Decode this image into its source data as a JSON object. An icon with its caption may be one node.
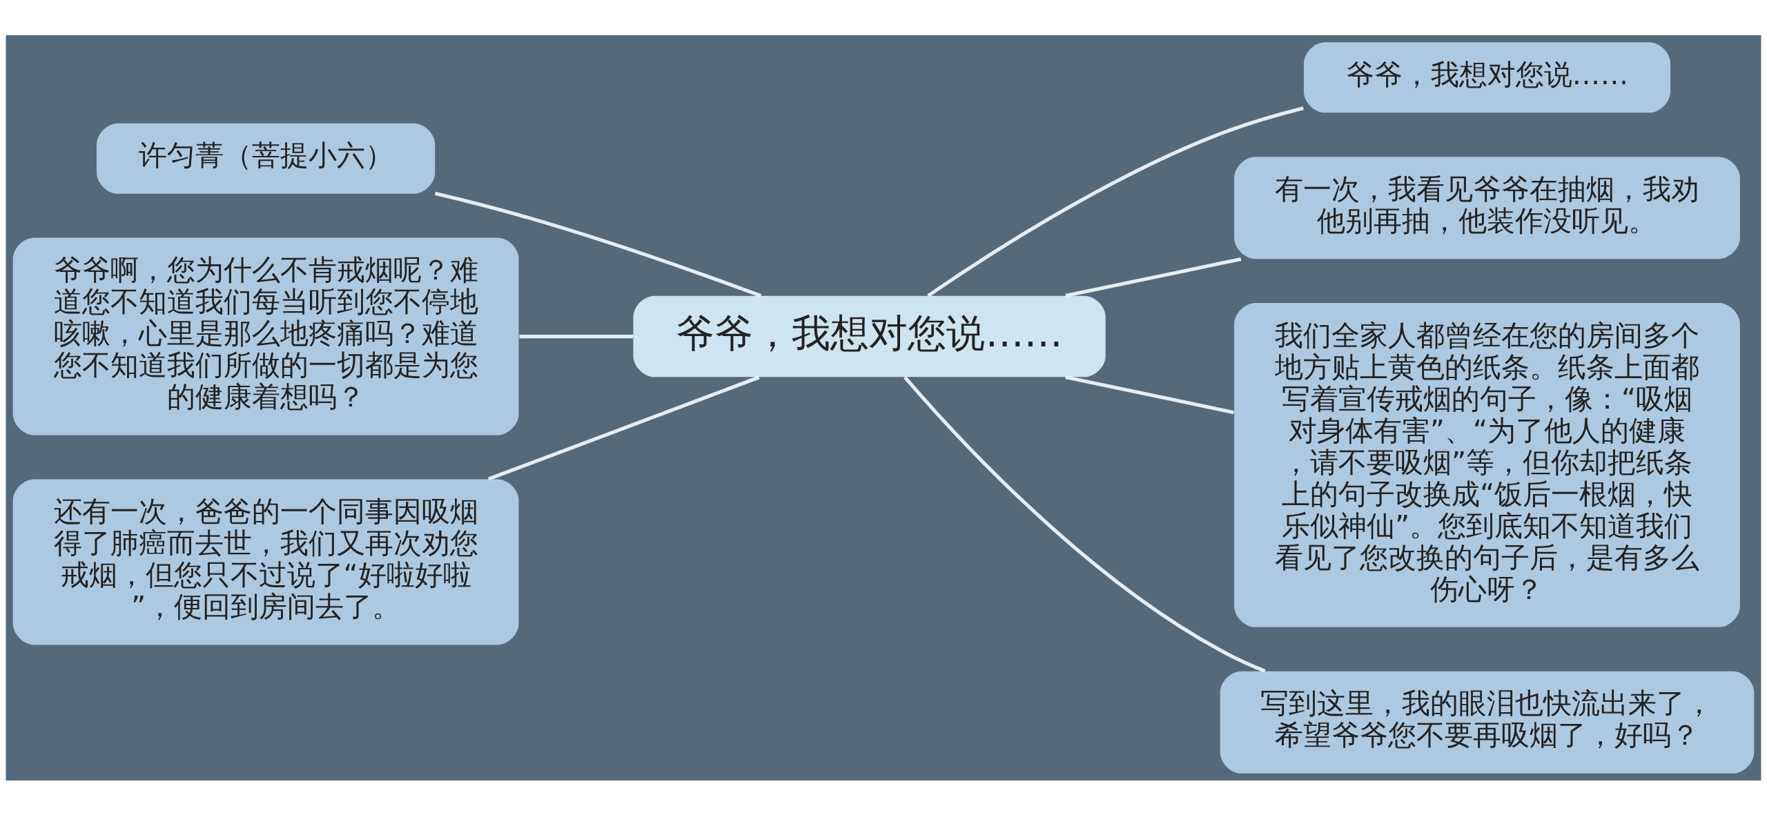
{
  "diagram": {
    "nodes": [
      {
        "text": [
          "爷爷，我想对您说……"
        ]
      },
      {
        "text": [
          "许匀菁（菩提小六）"
        ]
      },
      {
        "text": [
          "爷爷啊，您为什么不肯戒烟呢？难道您不知道我们每当听到您不停地咳嗽，心里是那么地疼痛吗？难道您不知道我们所做的一切都是为您的健康着想吗？"
        ]
      },
      {
        "text": [
          "还有一次，爸爸的一个同事因吸烟得了肺癌而去世，我们又再次劝您戒烟，但您只不过说了“好啦好啦”，便回到房间去了。"
        ]
      },
      {
        "text": [
          "爷爷，我想对您说……"
        ]
      },
      {
        "text": [
          "有一次，我看见爷爷在抽烟，我劝他别再抽，他装作没听见。"
        ]
      },
      {
        "text": [
          "我们全家人都曾经在您的房间多个地方贴上黄色的纸条。纸条上面都写着宣传戒烟的句子，像：“吸烟对身体有害”、“为了他人的健康，请不要吸烟”等，但你却把纸条上的句子改换成“饭后一根烟，快乐似神仙”。您到底知不知道我们看见了您改换的句子后，是有多么伤心呀？"
        ]
      },
      {
        "text": [
          "写到这里，我的眼泪也快流出来了，希望爷爷您不要再吸烟了，好吗？"
        ]
      }
    ],
    "edges": [
      {
        "from": 0,
        "to": 1,
        "arrow": "none"
      },
      {
        "from": 0,
        "to": 2,
        "arrow": "none"
      },
      {
        "from": 0,
        "to": 3,
        "arrow": "none"
      },
      {
        "from": 0,
        "to": 4,
        "arrow": "none"
      },
      {
        "from": 0,
        "to": 5,
        "arrow": "none"
      },
      {
        "from": 0,
        "to": 6,
        "arrow": "none"
      },
      {
        "from": 0,
        "to": 7,
        "arrow": "none"
      }
    ]
  }
}
